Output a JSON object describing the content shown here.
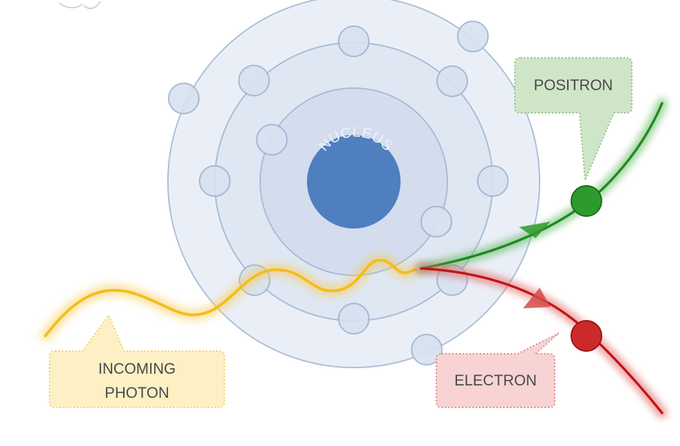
{
  "nucleus": {
    "label": "NUCLEUS",
    "color": "#4f7fbf"
  },
  "callouts": {
    "positron": {
      "label": "POSITRON",
      "fill": "#cfe5c8",
      "stroke": "#8fc07f"
    },
    "electron": {
      "label": "ELECTRON",
      "fill": "#f7d3d3",
      "stroke": "#d88888"
    },
    "photon": {
      "line1": "INCOMING",
      "line2": "PHOTON",
      "fill": "#fdf0c4",
      "stroke": "#f2cf6a"
    }
  },
  "colors": {
    "orbit_fill": "#e4ebf5",
    "orbit_stroke": "#a8bcd6",
    "photon": "#f6c22a",
    "positron_track": "#1f8a1f",
    "electron_track": "#c21515"
  }
}
